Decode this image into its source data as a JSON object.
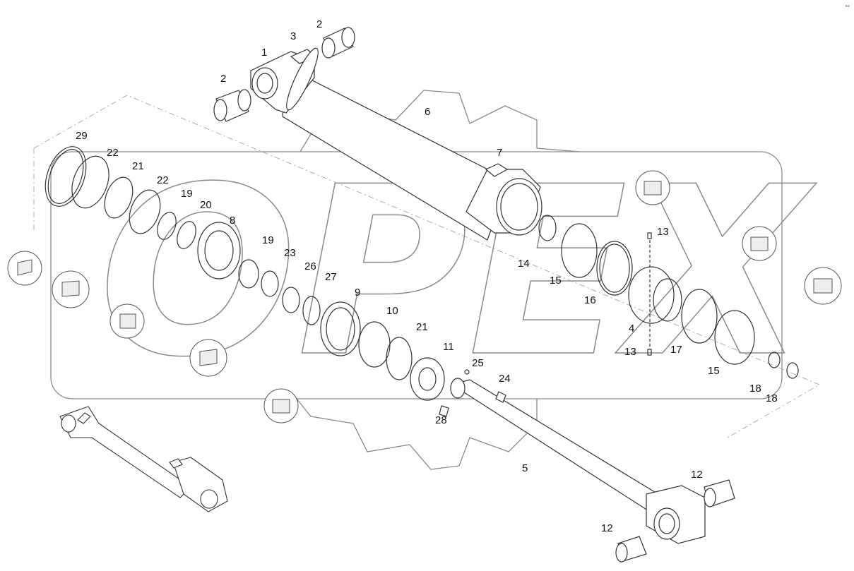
{
  "watermark": {
    "text": "OPEX",
    "color": "#8a8a8a"
  },
  "corner_mark": "↔",
  "labels": {
    "n29": "29",
    "n22a": "22",
    "n21a": "21",
    "n22b": "22",
    "n19a": "19",
    "n20": "20",
    "n8": "8",
    "n19b": "19",
    "n23": "23",
    "n26": "26",
    "n27": "27",
    "n9": "9",
    "n10": "10",
    "n21b": "21",
    "n11": "11",
    "n25": "25",
    "n24": "24",
    "n28": "28",
    "n1": "1",
    "n3": "3",
    "n2a": "2",
    "n2b": "2",
    "n6": "6",
    "n7": "7",
    "n14": "14",
    "n15a": "15",
    "n16": "16",
    "n13a": "13",
    "n4": "4",
    "n13b": "13",
    "n17": "17",
    "n15b": "15",
    "n18a": "18",
    "n18b": "18",
    "n5": "5",
    "n12a": "12",
    "n12b": "12"
  }
}
